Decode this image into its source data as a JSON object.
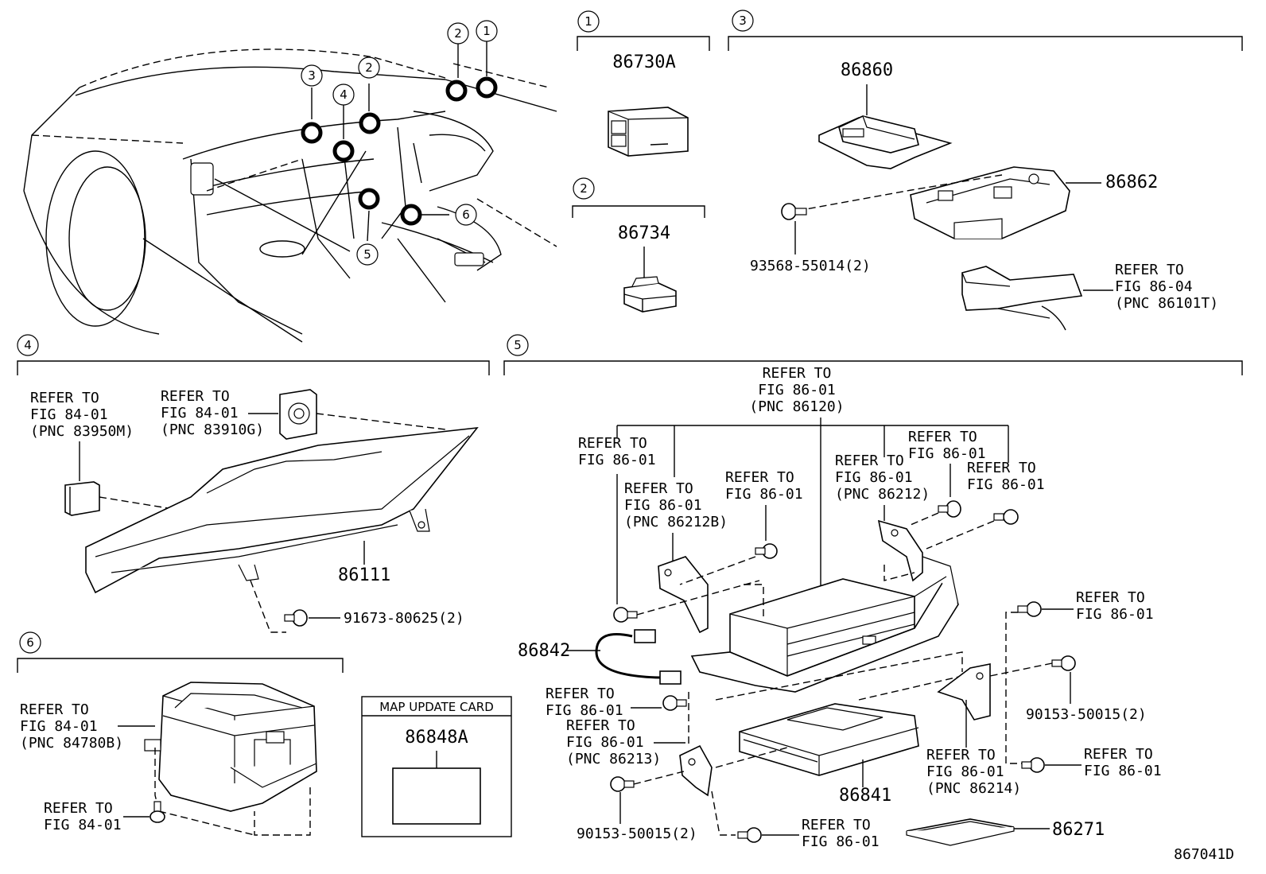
{
  "callouts": [
    {
      "id": "c1",
      "num": "1"
    },
    {
      "id": "c2",
      "num": "2"
    },
    {
      "id": "c3",
      "num": "3"
    },
    {
      "id": "c4",
      "num": "4"
    },
    {
      "id": "c5",
      "num": "5"
    },
    {
      "id": "c6",
      "num": "6"
    }
  ],
  "overview_markers": [
    "1",
    "2",
    "2",
    "3",
    "4",
    "5",
    "6"
  ],
  "sec1": {
    "part": "86730A"
  },
  "sec2": {
    "part": "86734"
  },
  "sec3": {
    "part_main": "86860",
    "part_bracket": "86862",
    "bolt": "93568-55014(2)",
    "refer": [
      "REFER TO",
      "FIG 86-04",
      "(PNC 86101T)"
    ]
  },
  "sec4": {
    "refer_a": [
      "REFER TO",
      "FIG 84-01",
      "(PNC 83950M)"
    ],
    "refer_b": [
      "REFER TO",
      "FIG 84-01",
      "(PNC 83910G)"
    ],
    "part": "86111",
    "bolt": "91673-80625(2)"
  },
  "sec5": {
    "refer_top": [
      "REFER TO",
      "FIG 86-01",
      "(PNC 86120)"
    ],
    "refer_l1": [
      "REFER TO",
      "FIG 86-01"
    ],
    "refer_l2": [
      "REFER TO",
      "FIG 86-01",
      "(PNC 86212B)"
    ],
    "refer_l3": [
      "REFER TO",
      "FIG 86-01"
    ],
    "refer_r1": [
      "REFER TO",
      "FIG 86-01",
      "(PNC 86212)"
    ],
    "refer_r2": [
      "REFER TO",
      "FIG 86-01"
    ],
    "refer_r3": [
      "REFER TO",
      "FIG 86-01"
    ],
    "refer_r4": [
      "REFER TO",
      "FIG 86-01"
    ],
    "refer_b1": [
      "REFER TO",
      "FIG 86-01"
    ],
    "refer_b2": [
      "REFER TO",
      "FIG 86-01",
      "(PNC 86213)"
    ],
    "refer_b3": [
      "REFER TO",
      "FIG 86-01"
    ],
    "refer_b4": [
      "REFER TO",
      "FIG 86-01",
      "(PNC 86214)"
    ],
    "refer_b5": [
      "REFER TO",
      "FIG 86-01"
    ],
    "part_harness": "86842",
    "part_unit": "86841",
    "part_card": "86271",
    "bolt_a": "90153-50015(2)",
    "bolt_b": "90153-50015(2)"
  },
  "sec6": {
    "refer_a": [
      "REFER TO",
      "FIG 84-01",
      "(PNC 84780B)"
    ],
    "refer_b": [
      "REFER TO",
      "FIG 84-01"
    ]
  },
  "map_card": {
    "title": "MAP UPDATE CARD",
    "part": "86848A"
  },
  "figure_code": "867041D"
}
